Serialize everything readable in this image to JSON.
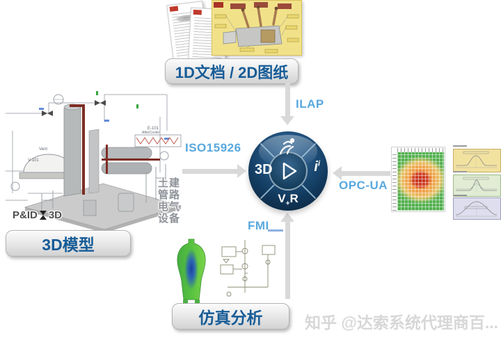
{
  "groups": {
    "docs": {
      "label": "1D文档 / 2D图纸"
    },
    "model": {
      "label": "3D模型",
      "pid": "P&ID",
      "to_3d": "3D",
      "tag_vent": "Vent",
      "tag_v101": "V-101",
      "tag_e101": "E-101",
      "tag_aftercooler": "AfterCooler",
      "disciplines": [
        "土建",
        "管路",
        "电气",
        "设备"
      ]
    },
    "simulation": {
      "label": "仿真分析"
    }
  },
  "protocols": {
    "top": "ILAP",
    "left": "ISO15926",
    "right": "OPC-UA",
    "bottom": "FMI"
  },
  "compass": {
    "west": "3D",
    "east_base": "i",
    "east_sup": "i",
    "south_v": "V",
    "south_plus": "+",
    "south_r": "R"
  },
  "watermark": "知乎 @达索系统代理商百...",
  "colors": {
    "label_text_blue": "#175c97",
    "protocol_blue": "#58a8de",
    "arrow_grey": "#d9d9d9",
    "sphere_navy": "#123a5e",
    "heatmap_green": "#53b04f",
    "heatmap_hot": "#c22a1c",
    "cfd_green": "#57c23f",
    "cfd_blue": "#2457c5"
  }
}
